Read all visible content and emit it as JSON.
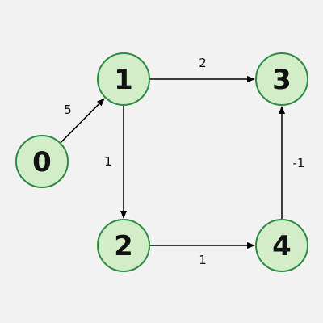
{
  "nodes": [
    {
      "id": "0",
      "label": "0"
    },
    {
      "id": "1",
      "label": "1"
    },
    {
      "id": "2",
      "label": "2"
    },
    {
      "id": "3",
      "label": "3"
    },
    {
      "id": "4",
      "label": "4"
    }
  ],
  "edges": [
    {
      "from": "0",
      "to": "1",
      "weight": "5"
    },
    {
      "from": "1",
      "to": "3",
      "weight": "2"
    },
    {
      "from": "1",
      "to": "2",
      "weight": "1"
    },
    {
      "from": "2",
      "to": "4",
      "weight": "1"
    },
    {
      "from": "4",
      "to": "3",
      "weight": "-1"
    }
  ],
  "colors": {
    "node_fill": "#d4edc9",
    "node_stroke": "#2e8b45",
    "edge": "#000000",
    "background": "#f2f2f2"
  }
}
